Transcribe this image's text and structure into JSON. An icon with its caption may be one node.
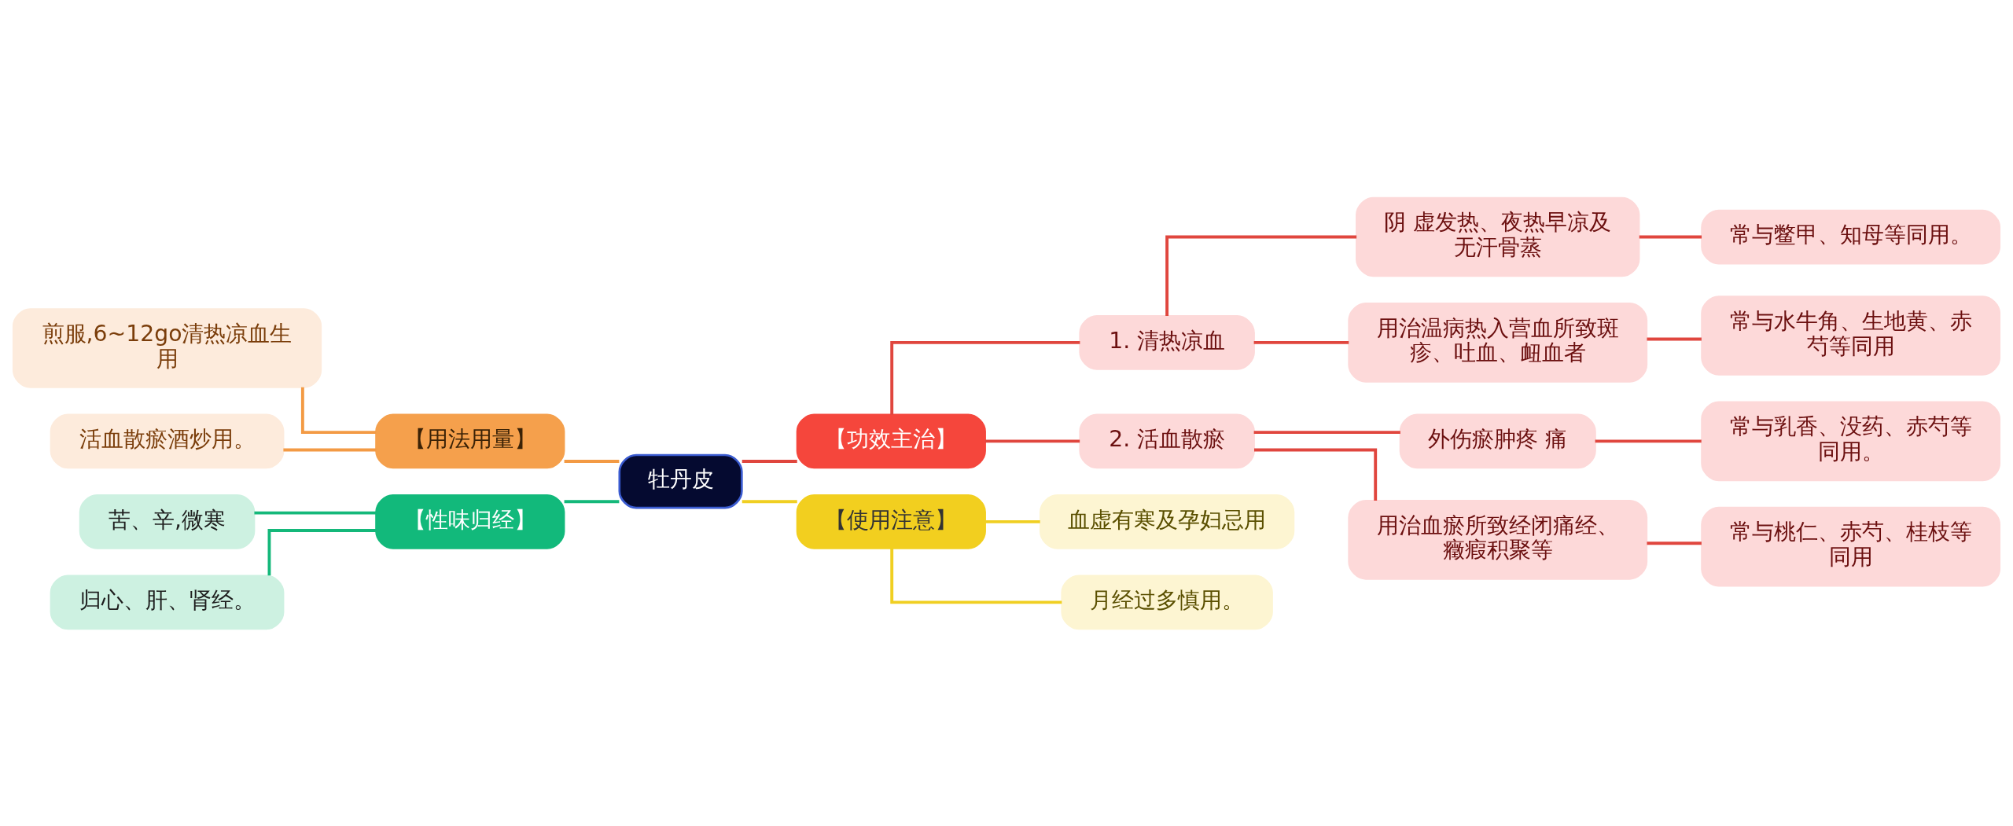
{
  "diagram": {
    "nodes": [
      {
        "text": [
          "牡丹皮"
        ]
      },
      {
        "text": [
          "【功效主治】"
        ]
      },
      {
        "text": [
          "1. 清热凉血"
        ]
      },
      {
        "text": [
          "阴 虚发热、夜热早凉及无汗骨蒸"
        ]
      },
      {
        "text": [
          "常与鳖甲、知母等同用。"
        ]
      },
      {
        "text": [
          "用治温病热入营血所致斑疹、吐血、衄血者"
        ]
      },
      {
        "text": [
          "常与水牛角、生地黄、赤芍等同用"
        ]
      },
      {
        "text": [
          "2. 活血散瘀"
        ]
      },
      {
        "text": [
          "外伤瘀肿疼 痛"
        ]
      },
      {
        "text": [
          "常与乳香、没药、赤芍等同用。"
        ]
      },
      {
        "text": [
          "用治血瘀所致经闭痛经、癥瘕积聚等"
        ]
      },
      {
        "text": [
          "常与桃仁、赤芍、桂枝等同用"
        ]
      },
      {
        "text": [
          "【使用注意】"
        ]
      },
      {
        "text": [
          "血虚有寒及孕妇忌用"
        ]
      },
      {
        "text": [
          "月经过多慎用。"
        ]
      },
      {
        "text": [
          "【用法用量】"
        ]
      },
      {
        "text": [
          "煎服,6~12go清热凉血生用"
        ]
      },
      {
        "text": [
          "活血散瘀酒炒用。"
        ]
      },
      {
        "text": [
          "【性味归经】"
        ]
      },
      {
        "text": [
          "苦、辛,微寒"
        ]
      },
      {
        "text": [
          "归心、肝、肾经。"
        ]
      }
    ],
    "edges": [
      {
        "from": 0,
        "to": 1,
        "arrow": "none"
      },
      {
        "from": 1,
        "to": 2,
        "arrow": "none"
      },
      {
        "from": 2,
        "to": 3,
        "arrow": "none"
      },
      {
        "from": 3,
        "to": 4,
        "arrow": "none"
      },
      {
        "from": 2,
        "to": 5,
        "arrow": "none"
      },
      {
        "from": 5,
        "to": 6,
        "arrow": "none"
      },
      {
        "from": 1,
        "to": 7,
        "arrow": "none"
      },
      {
        "from": 7,
        "to": 8,
        "arrow": "none"
      },
      {
        "from": 8,
        "to": 9,
        "arrow": "none"
      },
      {
        "from": 7,
        "to": 10,
        "arrow": "none"
      },
      {
        "from": 10,
        "to": 11,
        "arrow": "none"
      },
      {
        "from": 0,
        "to": 12,
        "arrow": "none",
        "color": "#f0cf22"
      },
      {
        "from": 12,
        "to": 13,
        "arrow": "none",
        "color": "#f0cf22"
      },
      {
        "from": 12,
        "to": 14,
        "arrow": "none",
        "color": "#f0cf22"
      },
      {
        "from": 15,
        "to": 0,
        "arrow": "none",
        "color": "#f39a44"
      },
      {
        "from": 16,
        "to": 15,
        "arrow": "none",
        "color": "#f39a44"
      },
      {
        "from": 17,
        "to": 15,
        "arrow": "none",
        "color": "#f39a44"
      },
      {
        "from": 18,
        "to": 0,
        "arrow": "none",
        "color": "#14b87a"
      },
      {
        "from": 19,
        "to": 18,
        "arrow": "none",
        "color": "#14b87a"
      },
      {
        "from": 20,
        "to": 18,
        "arrow": "none",
        "color": "#14b87a"
      }
    ]
  }
}
